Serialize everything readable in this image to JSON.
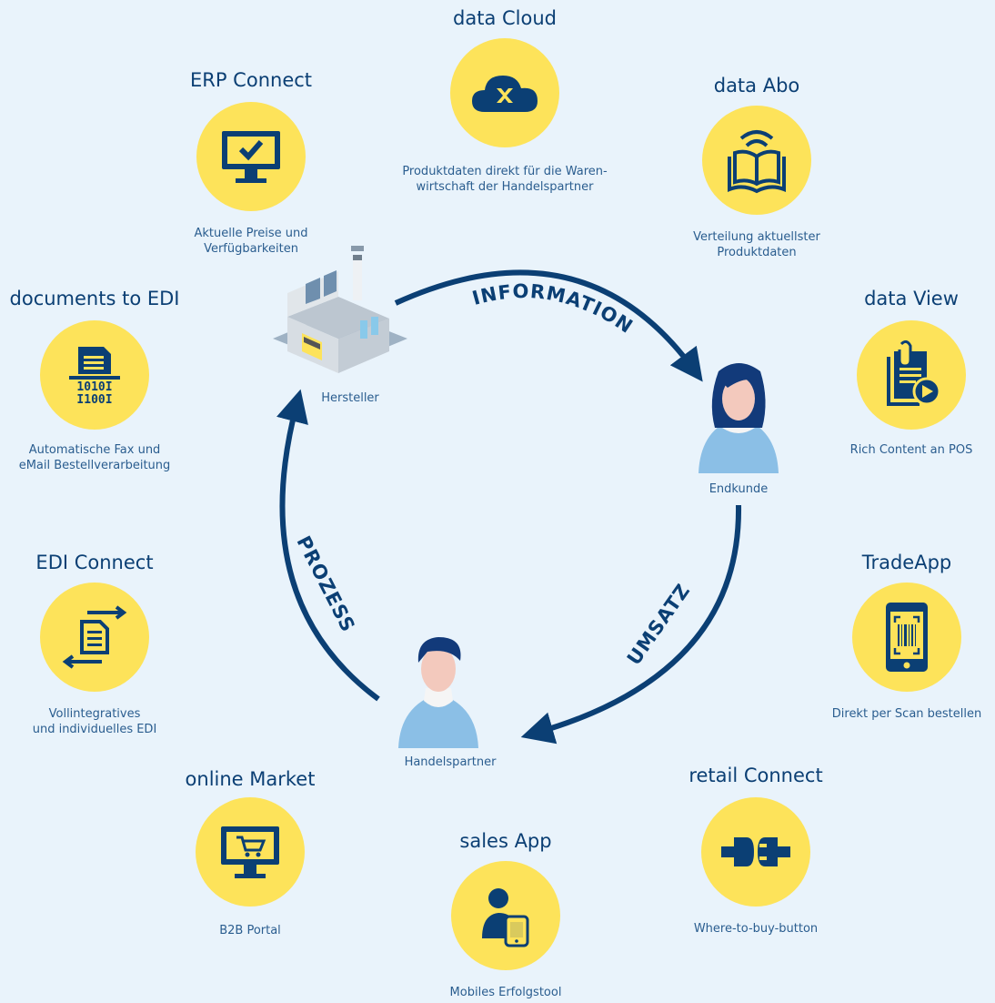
{
  "colors": {
    "background": "#e9f3fb",
    "circle": "#fde35a",
    "dark_blue": "#0b3f74",
    "text_blue": "#2a5d8f"
  },
  "flows": {
    "information": "INFORMATION",
    "umsatz": "UMSATZ",
    "prozess": "PROZESS"
  },
  "nodes": {
    "hersteller": {
      "label": "Hersteller",
      "icon": "factory-icon"
    },
    "endkunde": {
      "label": "Endkunde",
      "icon": "woman-avatar-icon"
    },
    "handelspartner": {
      "label": "Handelspartner",
      "icon": "man-avatar-icon"
    }
  },
  "services": {
    "data_cloud": {
      "title": "data Cloud",
      "desc1": "Produktdaten direkt für  die Waren-",
      "desc2": "wirtschaft der Handelspartner",
      "icon": "cloud-x-icon"
    },
    "erp_connect": {
      "title": "ERP Connect",
      "desc1": "Aktuelle Preise und",
      "desc2": "Verfügbarkeiten",
      "icon": "monitor-check-icon"
    },
    "data_abo": {
      "title": "data Abo",
      "desc1": "Verteilung aktuellster",
      "desc2": "Produktdaten",
      "icon": "book-signal-icon"
    },
    "documents_to_edi": {
      "title": "documents to EDI",
      "desc1": "Automatische Fax und",
      "desc2": "eMail Bestellverarbeitung",
      "icon": "document-binary-icon"
    },
    "data_view": {
      "title": "data View",
      "desc1": "Rich Content an POS",
      "desc2": "",
      "icon": "clipboard-play-icon"
    },
    "edi_connect": {
      "title": "EDI Connect",
      "desc1": "Vollintegratives",
      "desc2": "und individuelles EDI",
      "icon": "document-exchange-icon"
    },
    "tradeapp": {
      "title": "TradeApp",
      "desc1": "Direkt per Scan bestellen",
      "desc2": "",
      "icon": "phone-barcode-icon"
    },
    "online_market": {
      "title": "online Market",
      "desc1": "B2B Portal",
      "desc2": "",
      "icon": "monitor-cart-icon"
    },
    "retail_connect": {
      "title": "retail Connect",
      "desc1": "Where-to-buy-button",
      "desc2": "",
      "icon": "plug-icon"
    },
    "sales_app": {
      "title": "sales App",
      "desc1": "Mobiles Erfolgstool",
      "desc2": "",
      "icon": "person-phone-icon"
    }
  }
}
